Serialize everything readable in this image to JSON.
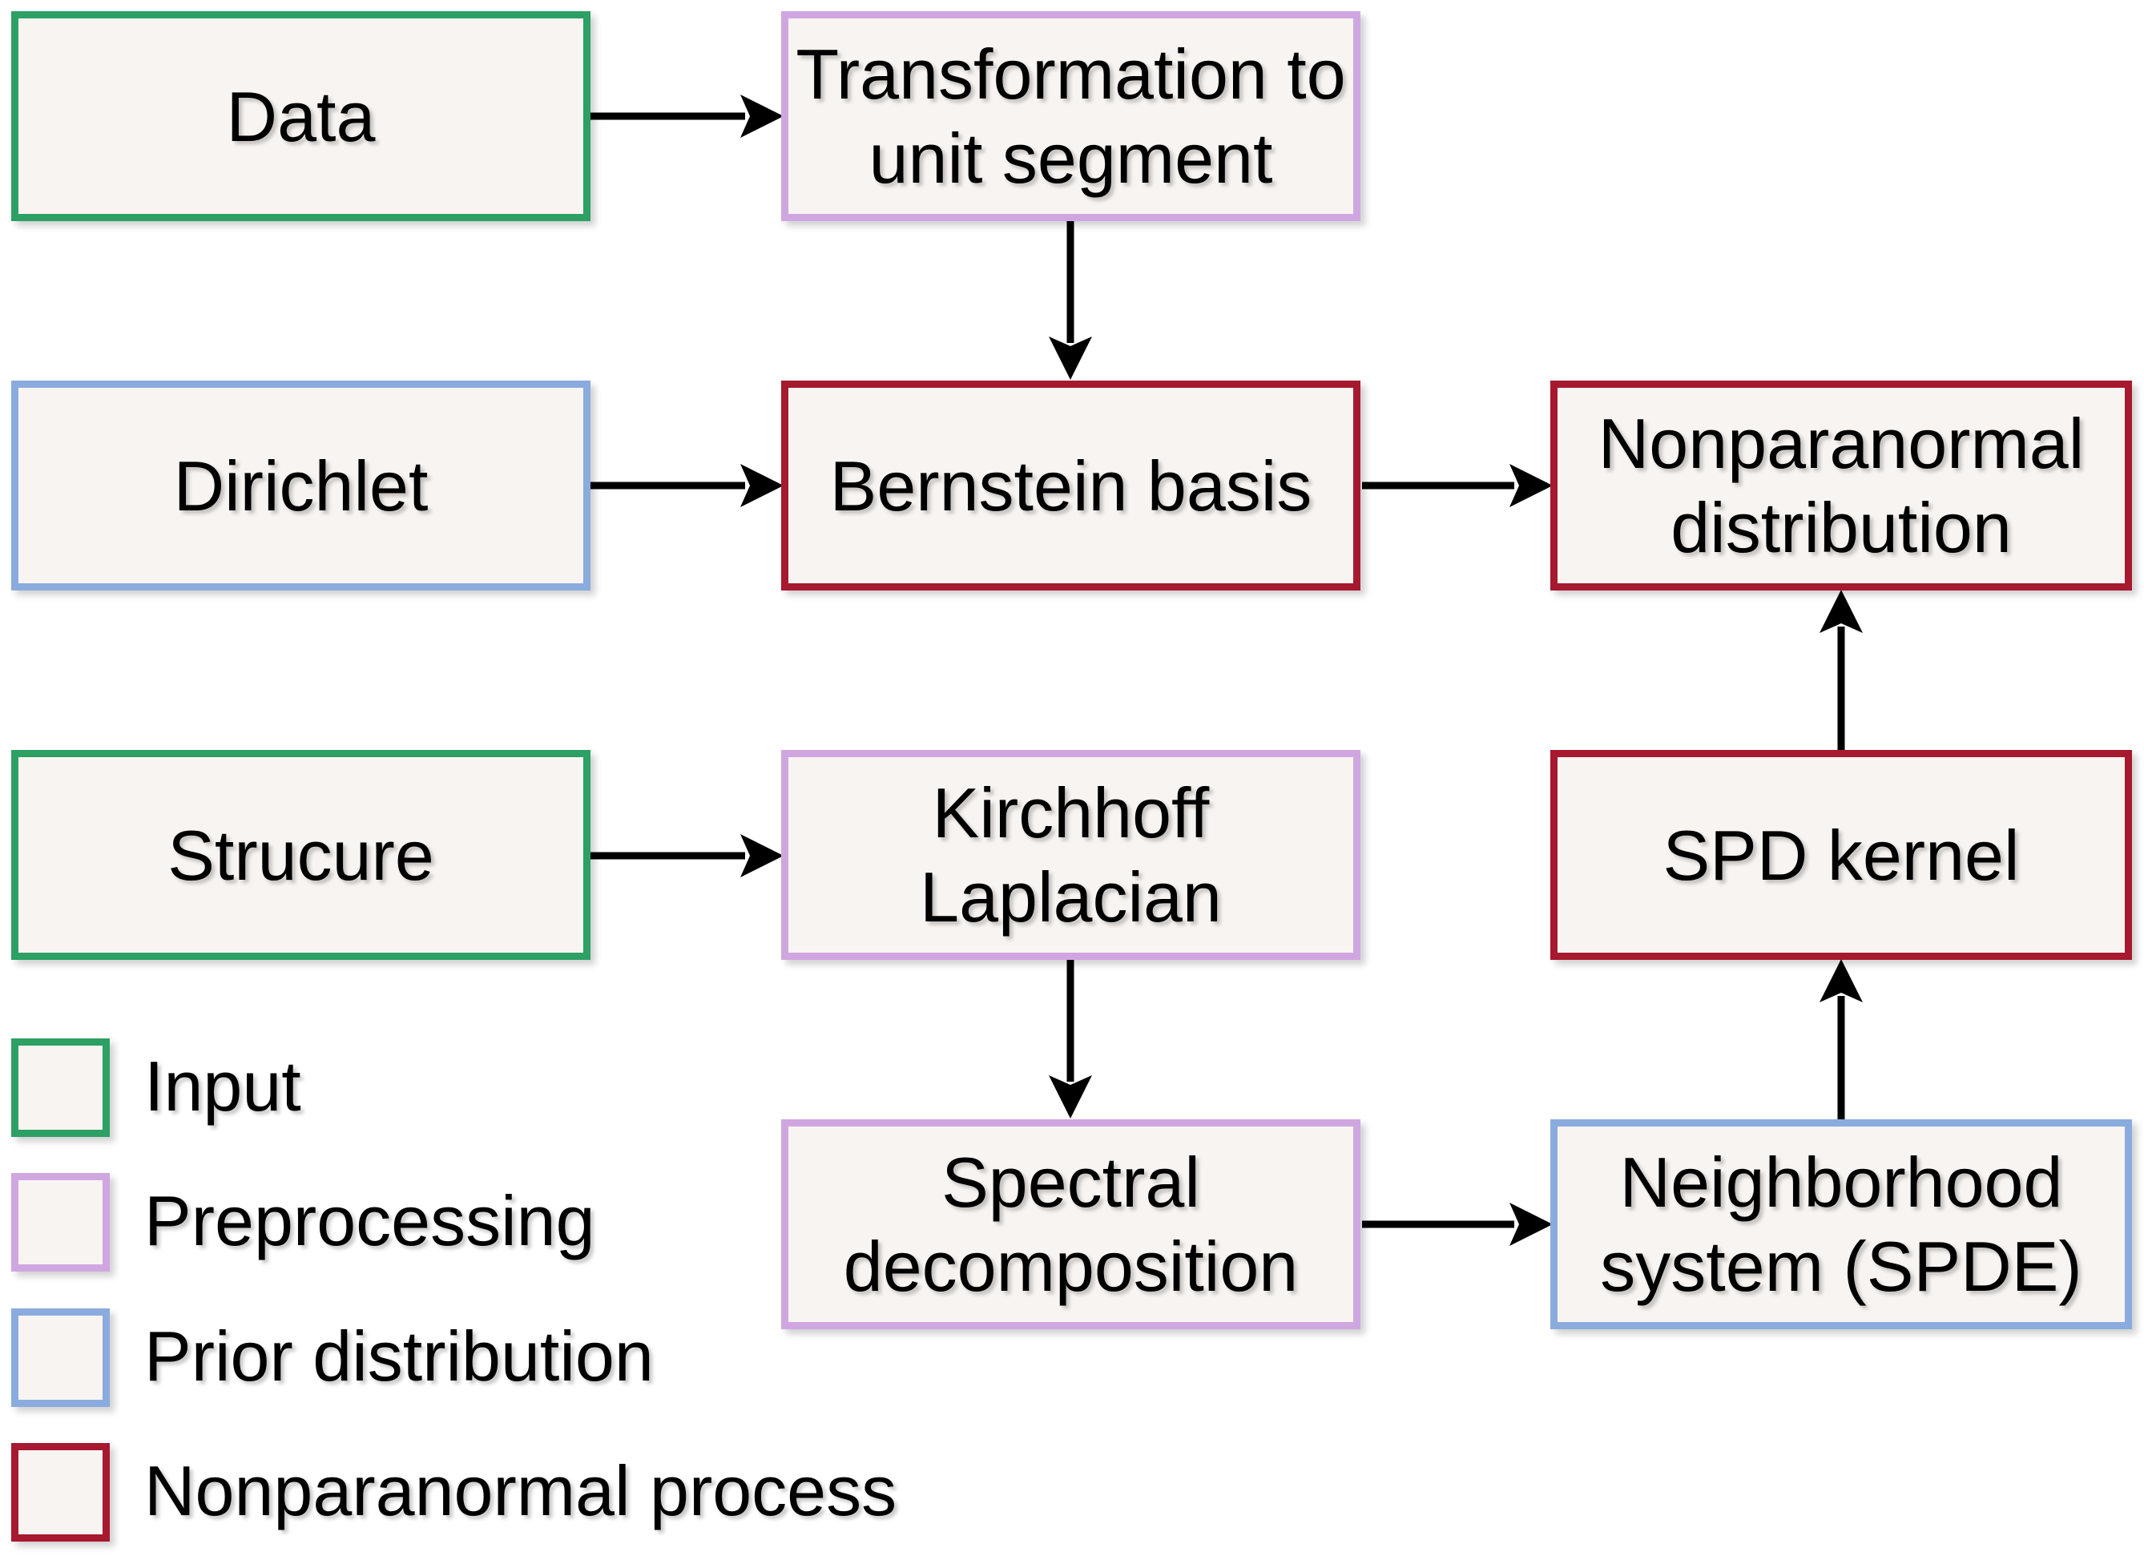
{
  "nodes": {
    "data": {
      "lines": [
        "Data"
      ],
      "role": "Input"
    },
    "transformation": {
      "lines": [
        "Transformation to",
        "unit segment"
      ],
      "role": "Preprocessing"
    },
    "dirichlet": {
      "lines": [
        "Dirichlet"
      ],
      "role": "Prior distribution"
    },
    "bernstein": {
      "lines": [
        "Bernstein basis"
      ],
      "role": "Nonparanormal process"
    },
    "nonparanormal": {
      "lines": [
        "Nonparanormal",
        "distribution"
      ],
      "role": "Nonparanormal process"
    },
    "structure": {
      "lines": [
        "Strucure"
      ],
      "role": "Input"
    },
    "kirchhoff": {
      "lines": [
        "Kirchhoff",
        "Laplacian"
      ],
      "role": "Preprocessing"
    },
    "spd": {
      "lines": [
        "SPD kernel"
      ],
      "role": "Nonparanormal process"
    },
    "spectral": {
      "lines": [
        "Spectral",
        "decomposition"
      ],
      "role": "Preprocessing"
    },
    "neighborhood": {
      "lines": [
        "Neighborhood",
        "system (SPDE)"
      ],
      "role": "Prior distribution"
    }
  },
  "edges": [
    {
      "from": "data",
      "to": "transformation"
    },
    {
      "from": "transformation",
      "to": "bernstein"
    },
    {
      "from": "dirichlet",
      "to": "bernstein"
    },
    {
      "from": "bernstein",
      "to": "nonparanormal"
    },
    {
      "from": "structure",
      "to": "kirchhoff"
    },
    {
      "from": "kirchhoff",
      "to": "spectral"
    },
    {
      "from": "spectral",
      "to": "neighborhood"
    },
    {
      "from": "neighborhood",
      "to": "spd"
    },
    {
      "from": "spd",
      "to": "nonparanormal"
    }
  ],
  "legend": [
    {
      "label": "Input",
      "color": "#2da064"
    },
    {
      "label": "Preprocessing",
      "color": "#d0a6e0"
    },
    {
      "label": "Prior distribution",
      "color": "#8aabde"
    },
    {
      "label": "Nonparanormal process",
      "color": "#a6192e"
    }
  ],
  "colors": {
    "input": "#2da064",
    "preprocessing": "#d0a6e0",
    "prior": "#8aabde",
    "nonparanormal": "#a6192e",
    "box_fill": "#f8f4f1"
  }
}
